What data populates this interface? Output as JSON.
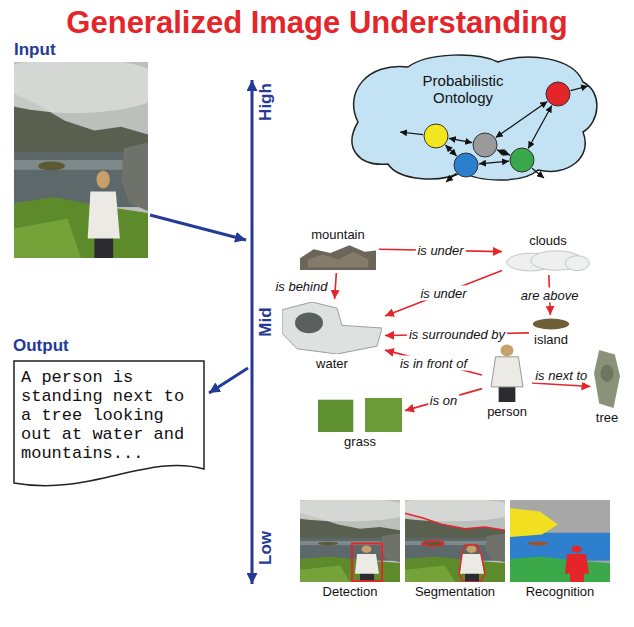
{
  "diagram": {
    "title": "Generalized Image Understanding",
    "nodes": [
      {
        "text": [
          "Input"
        ]
      },
      {
        "text": [
          "Probabilistic Ontology"
        ]
      },
      {
        "text": [
          "mountain"
        ]
      },
      {
        "text": [
          "clouds"
        ]
      },
      {
        "text": [
          "water"
        ]
      },
      {
        "text": [
          "island"
        ]
      },
      {
        "text": [
          "grass"
        ]
      },
      {
        "text": [
          "person"
        ]
      },
      {
        "text": [
          "tree"
        ]
      },
      {
        "text": [
          "Output",
          "A person is standing next to a tree looking out at water and mountains..."
        ]
      },
      {
        "text": [
          "Detection"
        ]
      },
      {
        "text": [
          "Segmentation"
        ]
      },
      {
        "text": [
          "Recognition"
        ]
      }
    ],
    "edges": [
      {
        "from": 2,
        "to": 3,
        "label": "is under",
        "arrow": "to"
      },
      {
        "from": 2,
        "to": 4,
        "label": "is behind",
        "arrow": "to"
      },
      {
        "from": 3,
        "to": 4,
        "label": "is under",
        "arrow": "to"
      },
      {
        "from": 3,
        "to": 5,
        "label": "are above",
        "arrow": "to"
      },
      {
        "from": 5,
        "to": 4,
        "label": "is surrounded by",
        "arrow": "to"
      },
      {
        "from": 7,
        "to": 4,
        "label": "is in front of",
        "arrow": "to"
      },
      {
        "from": 7,
        "to": 6,
        "label": "is on",
        "arrow": "to"
      },
      {
        "from": 7,
        "to": 8,
        "label": "is next to",
        "arrow": "to"
      }
    ],
    "labels": [
      "High",
      "Mid",
      "Low"
    ]
  }
}
